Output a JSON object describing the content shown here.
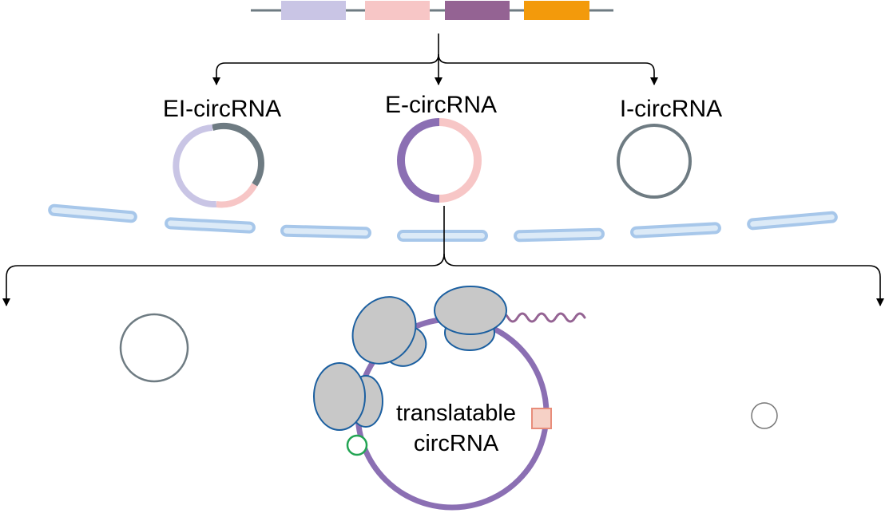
{
  "diagram": {
    "labels": {
      "ei": "EI-circRNA",
      "e": "E-circRNA",
      "i": "I-circRNA",
      "translatable_line1": "translatable",
      "translatable_line2": "circRNA"
    },
    "colors": {
      "intron_gray": "#6e7b82",
      "exon_lavender": "#c9c5e5",
      "exon_pink": "#f7c6c6",
      "exon_purple": "#946393",
      "exon_orange": "#f39a0b",
      "ring_purple": "#8b6fb3",
      "membrane_fill": "#dceaf7",
      "membrane_stroke": "#a7c7ea",
      "ribosome_fill": "#c8c8c8",
      "ribosome_stroke": "#1b5fa0",
      "peptide": "#946393",
      "ires_green": "#22a453",
      "m6a_fill": "#f6d1c6",
      "m6a_stroke": "#e88d7a"
    }
  }
}
